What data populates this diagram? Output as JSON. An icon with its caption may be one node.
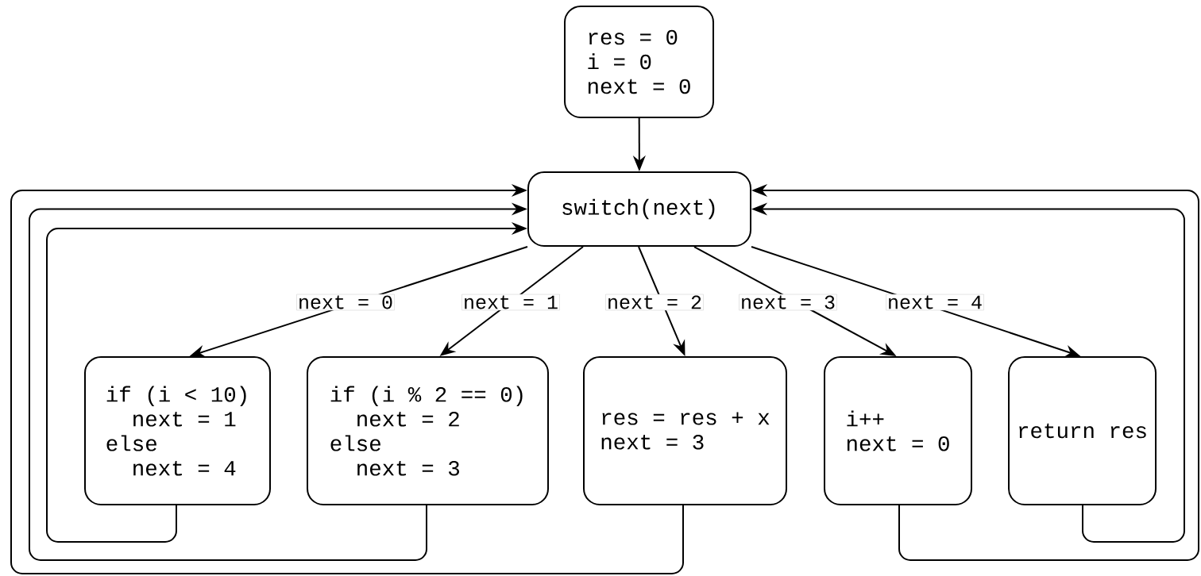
{
  "diagram": {
    "nodes": [
      {
        "text": [
          "res = 0",
          "i = 0",
          "next = 0"
        ]
      },
      {
        "text": [
          "switch(next)"
        ]
      },
      {
        "text": [
          "if (i < 10)",
          "  next = 1",
          "else",
          "  next = 4"
        ]
      },
      {
        "text": [
          "if (i % 2 == 0)",
          "  next = 2",
          "else",
          "  next = 3"
        ]
      },
      {
        "text": [
          "res = res + x",
          "next = 3"
        ]
      },
      {
        "text": [
          "i++",
          "next = 0"
        ]
      },
      {
        "text": [
          "return res"
        ]
      }
    ],
    "edges": [
      {
        "from": 0,
        "to": 1,
        "arrow": "to"
      },
      {
        "from": 1,
        "to": 2,
        "arrow": "to",
        "label": "next = 0"
      },
      {
        "from": 1,
        "to": 3,
        "arrow": "to",
        "label": "next = 1"
      },
      {
        "from": 1,
        "to": 4,
        "arrow": "to",
        "label": "next = 2"
      },
      {
        "from": 1,
        "to": 5,
        "arrow": "to",
        "label": "next = 3"
      },
      {
        "from": 1,
        "to": 6,
        "arrow": "to",
        "label": "next = 4"
      },
      {
        "from": 2,
        "to": 1,
        "arrow": "to"
      },
      {
        "from": 3,
        "to": 1,
        "arrow": "to"
      },
      {
        "from": 4,
        "to": 1,
        "arrow": "to"
      },
      {
        "from": 5,
        "to": 1,
        "arrow": "to"
      },
      {
        "from": 6,
        "to": 1,
        "arrow": "to"
      }
    ]
  }
}
